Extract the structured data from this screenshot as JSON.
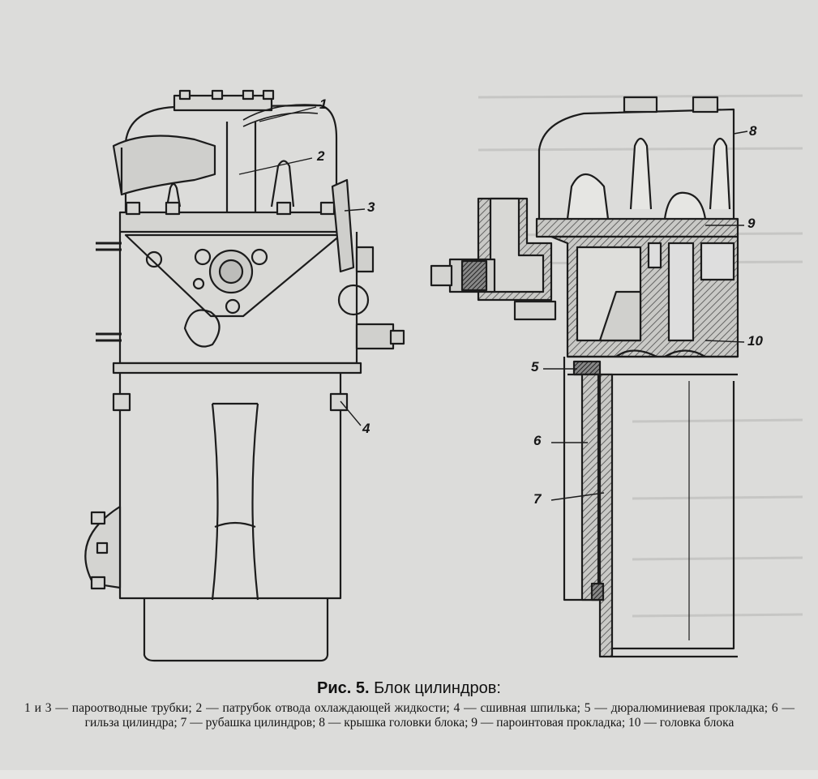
{
  "figure": {
    "callouts": [
      "1",
      "2",
      "3",
      "4",
      "5",
      "6",
      "7",
      "8",
      "9",
      "10"
    ],
    "caption_number": "Рис. 5.",
    "caption_title": "Блок цилиндров:",
    "legend": "1 и 3 — пароотводные трубки; 2 — патрубок отвода охлаждающей жидкости; 4 — сшивная шпилька; 5 — дюралюминиевая прокладка; 6 — гильза цилиндра; 7 — рубашка цилиндров; 8 — крышка головки блока; 9 — пароинтовая прокладка; 10 — головка блока"
  },
  "colors": {
    "paper": "#dcdcda",
    "ink": "#1c1c1c",
    "hatch": "#5a5a5a"
  }
}
